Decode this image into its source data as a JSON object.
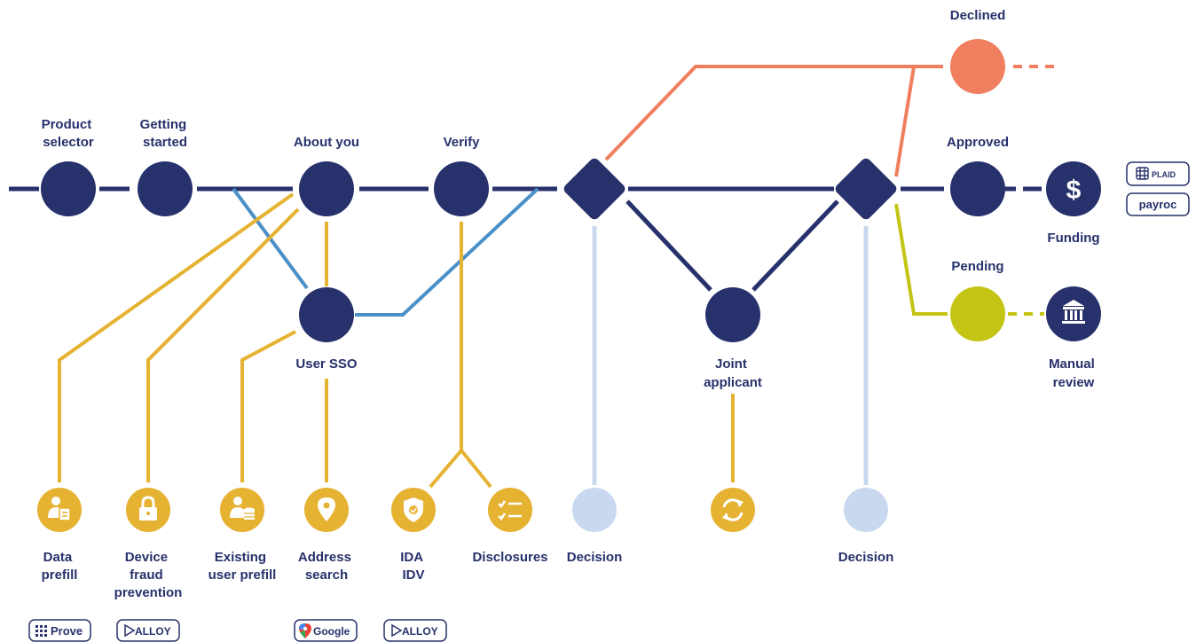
{
  "colors": {
    "navy": "#27316b",
    "gold": "#e5b232",
    "blue": "#4a90c8",
    "coral": "#ef7f5f",
    "lime": "#c4c414",
    "light_blue": "#c8d8ef",
    "white": "#ffffff"
  },
  "stages": {
    "product_selector": [
      "Product",
      "selector"
    ],
    "getting_started": [
      "Getting",
      "started"
    ],
    "about_you": "About you",
    "verify": "Verify",
    "user_sso": "User SSO",
    "joint_applicant": [
      "Joint",
      "applicant"
    ],
    "declined": "Declined",
    "approved": "Approved",
    "pending": "Pending",
    "funding": "Funding",
    "manual_review": [
      "Manual",
      "review"
    ]
  },
  "services": {
    "data_prefill": [
      "Data",
      "prefill"
    ],
    "device_fraud_prevention": [
      "Device",
      "fraud",
      "prevention"
    ],
    "existing_user_prefill": [
      "Existing",
      "user prefill"
    ],
    "address_search": [
      "Address",
      "search"
    ],
    "ida_idv": [
      "IDA",
      "IDV"
    ],
    "disclosures": "Disclosures",
    "decision_1": "Decision",
    "decision_2": "Decision"
  },
  "icons": {
    "data_prefill": "person-document-icon",
    "device_fraud_prevention": "lock-icon",
    "existing_user_prefill": "person-database-icon",
    "address_search": "location-pin-icon",
    "ida_idv": "shield-check-icon",
    "disclosures": "checklist-icon",
    "joint_sync": "sync-icon",
    "funding": "dollar-icon",
    "manual_review": "bank-icon"
  },
  "icon_glyphs": {
    "funding": "$"
  },
  "vendors": {
    "prove": "Prove",
    "alloy_1": "ALLOY",
    "google": "Google",
    "alloy_2": "ALLOY",
    "plaid": "PLAID",
    "payroc": "payroc"
  }
}
